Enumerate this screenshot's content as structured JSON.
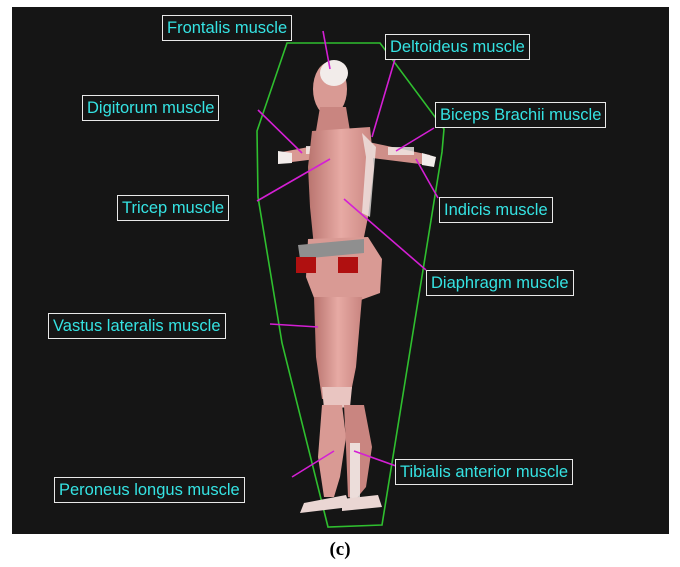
{
  "colors": {
    "background": "#151515",
    "label_text": "#35e3e3",
    "label_border": "#e9e9e9",
    "leader_line": "#d41fd4",
    "bounding_outline": "#2fbf2f",
    "muscle": "#d99a94",
    "tendon": "#f2ecea",
    "pelvis_marker": "#b01010"
  },
  "labels": {
    "frontalis": "Frontalis muscle",
    "deltoideus": "Deltoideus muscle",
    "digitorum": "Digitorum muscle",
    "biceps": "Biceps Brachii muscle",
    "tricep": "Tricep muscle",
    "indicis": "Indicis muscle",
    "diaphragm": "Diaphragm muscle",
    "vastus": "Vastus lateralis muscle",
    "peroneus": "Peroneus longus muscle",
    "tibialis": "Tibialis anterior muscle"
  },
  "caption": "(c)"
}
